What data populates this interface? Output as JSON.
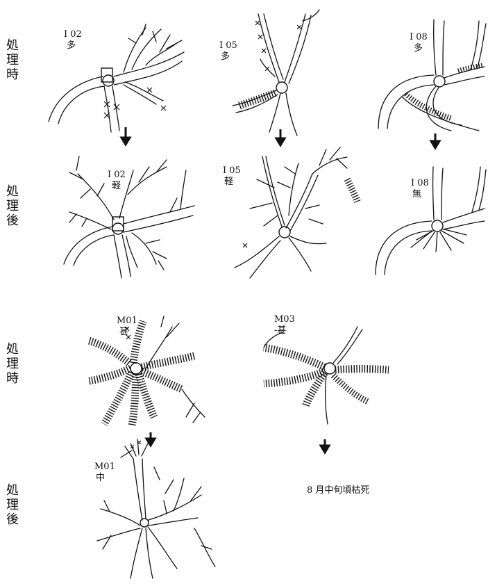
{
  "row_labels": {
    "r1": "処理時",
    "r2": "処理後",
    "r3": "処理時",
    "r4": "処理後"
  },
  "panels": {
    "i02_before": {
      "id": "I 02",
      "grade": "多"
    },
    "i05_before": {
      "id": "I 05",
      "grade": "多"
    },
    "i08_before": {
      "id": "I 08",
      "grade": "多"
    },
    "i02_after": {
      "id": "I 02",
      "grade": "軽"
    },
    "i05_after": {
      "id": "I 05",
      "grade": "軽"
    },
    "i08_after": {
      "id": "I 08",
      "grade": "無"
    },
    "m01_before": {
      "id": "M01",
      "grade": "甚"
    },
    "m03_before": {
      "id": "M03",
      "grade": "-甚"
    },
    "m01_after": {
      "id": "M01",
      "grade": "中"
    }
  },
  "note": "8 月中旬頃枯死"
}
